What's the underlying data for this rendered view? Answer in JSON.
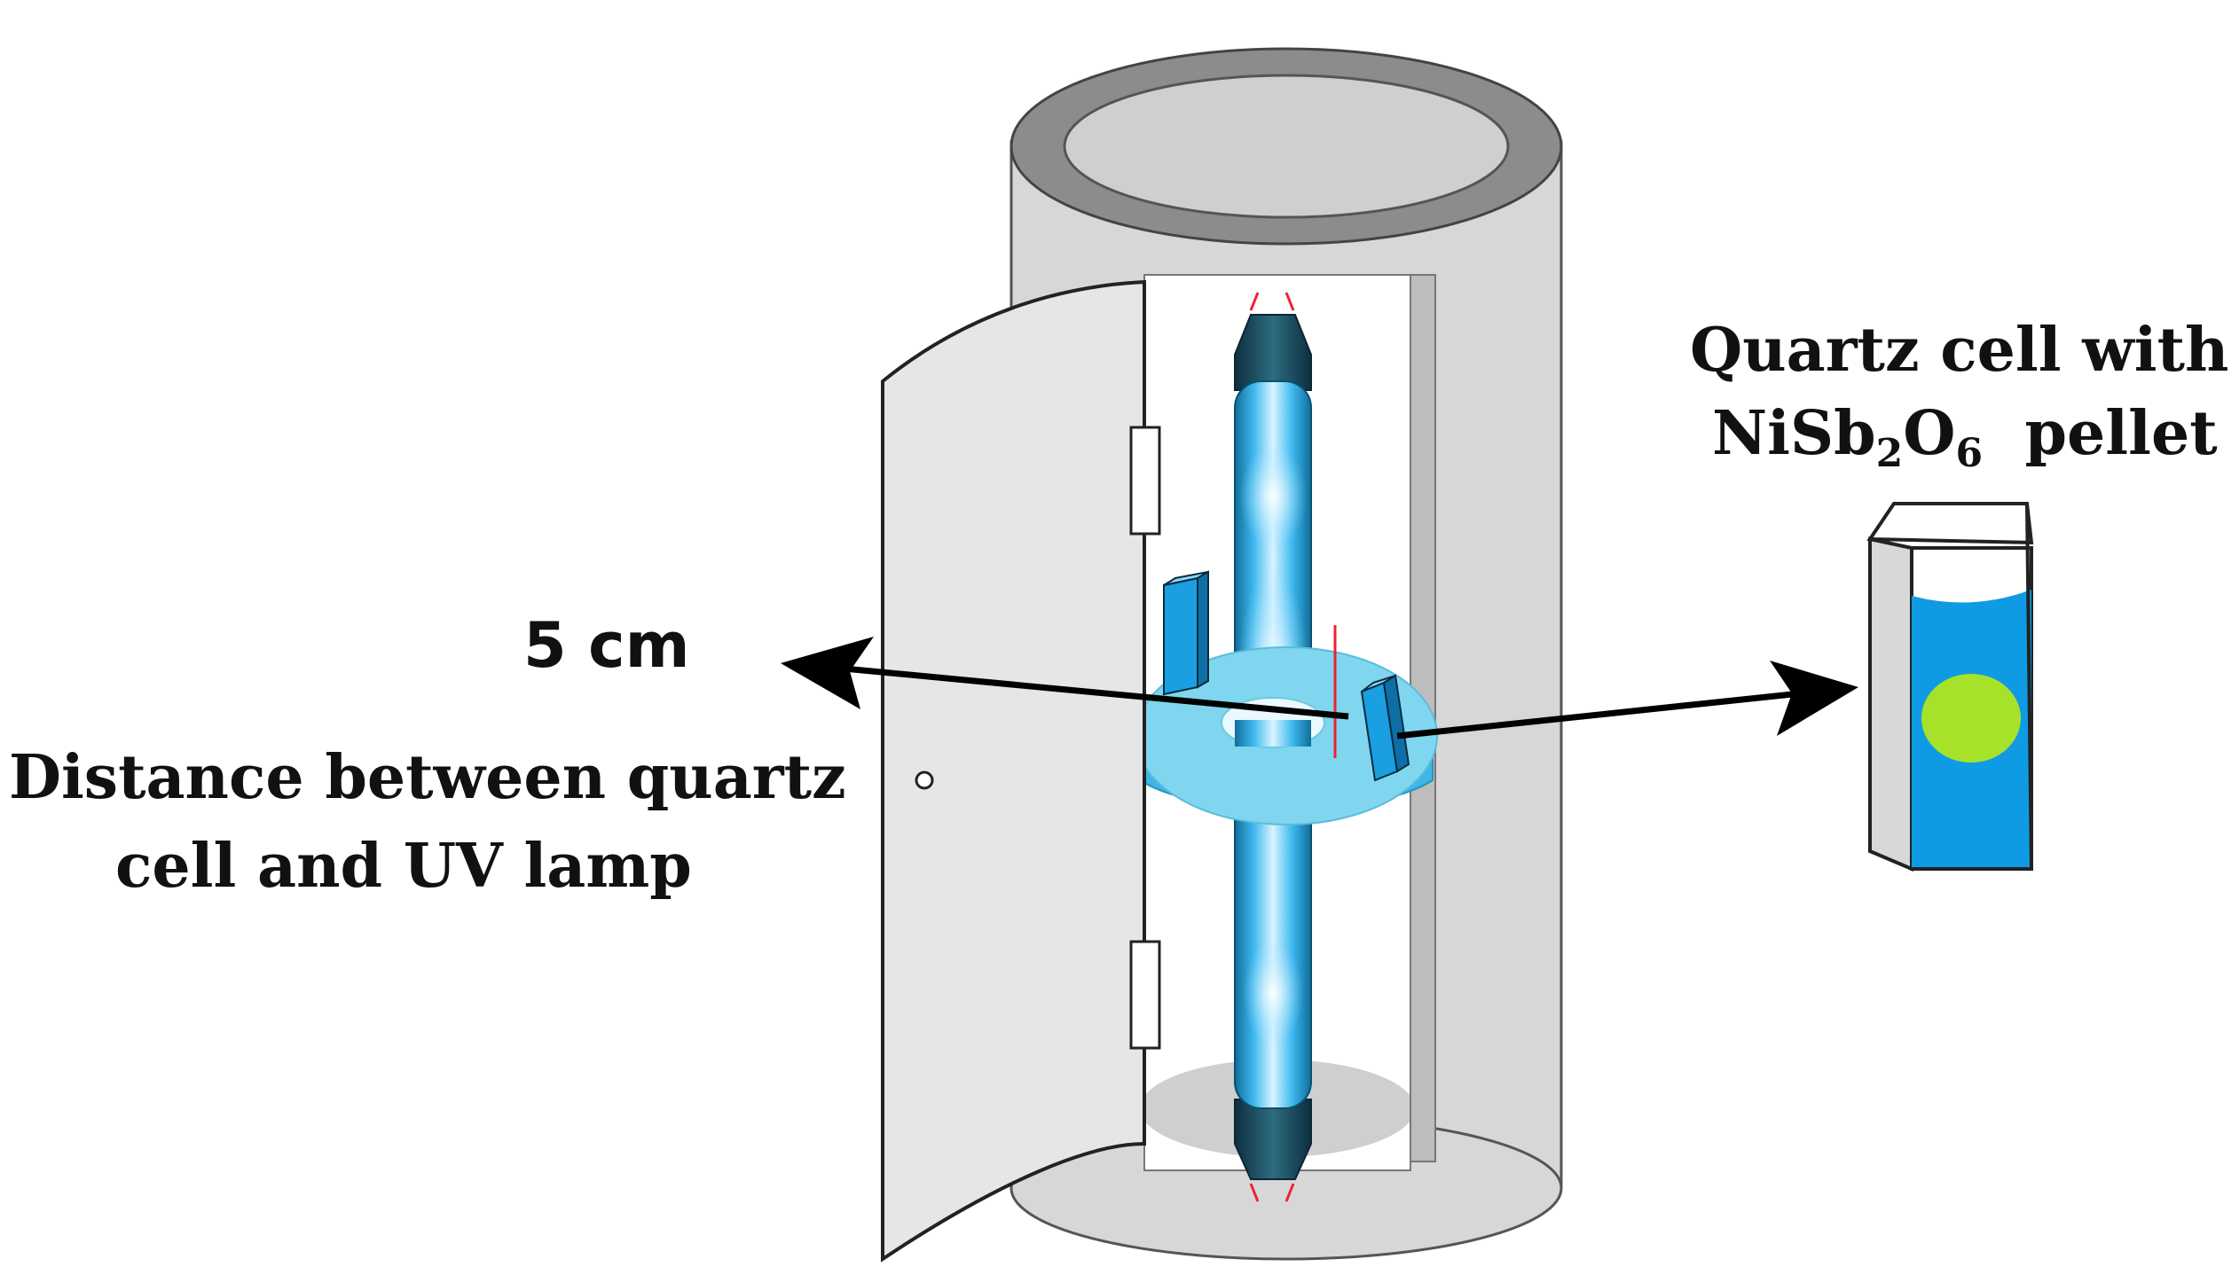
{
  "labels": {
    "distance_value": "5 cm",
    "distance_desc_line1": "Distance between quartz",
    "distance_desc_line2": "cell and UV  lamp",
    "cell_line1": "Quartz cell with",
    "cell_line2_prefix": "NiSb",
    "cell_line2_sub1": "2",
    "cell_line2_mid": "O",
    "cell_line2_sub2": "6",
    "cell_line2_suffix": "  pellet"
  },
  "colors": {
    "chamber_gray": "#d7d7d7",
    "rim_gray": "#8c8c8c",
    "lamp_blue": "#3fb8f0",
    "lamp_glow": "#d9f4ff",
    "stage_cyan": "#7fd6ee",
    "cell_blue": "#0f9be3",
    "pellet_green": "#a6e22a"
  },
  "icons": {
    "arrow_left": "arrow-left-icon",
    "arrow_right": "arrow-right-icon"
  }
}
